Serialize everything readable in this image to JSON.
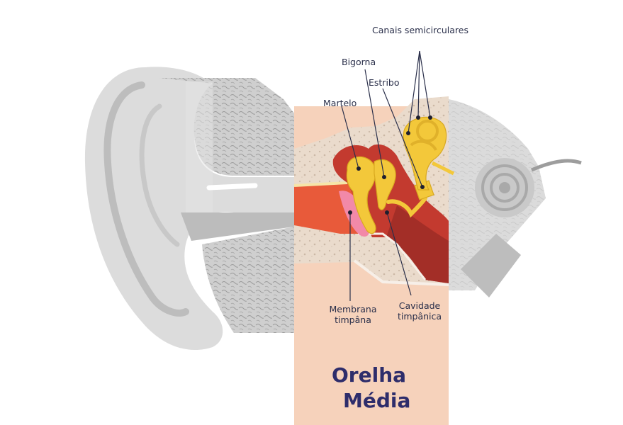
{
  "labels": {
    "semicircular_canals": "Canais semicirculares",
    "incus": "Bigorna",
    "stapes": "Estribo",
    "malleus": "Martelo",
    "eardrum_line1": "Membrana",
    "eardrum_line2": "timpâna",
    "cavity_line1": "Cavidade",
    "cavity_line2": "timpânica"
  },
  "title": {
    "line1": "Orelha",
    "line2": "Média"
  },
  "colors": {
    "panel": "#f6d2bb",
    "bone_texture": "#e7d6c6",
    "cavity": "#c23a2e",
    "cavity_dark": "#9e2c25",
    "ear_canal": "#e65536",
    "eardrum": "#f07ea0",
    "ossicles": "#f3c83a",
    "grey_ear": "#d9d9d9",
    "title": "#2e2d6b",
    "label": "#2a2f4a"
  }
}
